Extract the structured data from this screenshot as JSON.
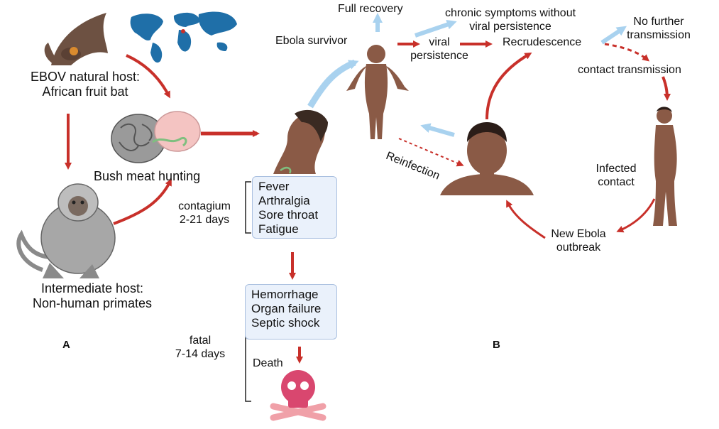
{
  "panel_a": {
    "label": "A",
    "natural_host": {
      "line1": "EBOV natural host:",
      "line2": "African fruit bat"
    },
    "bush_meat": "Bush meat hunting",
    "intermediate_host": {
      "line1": "Intermediate host:",
      "line2": "Non-human primates"
    },
    "contagium": {
      "line1": "contagium",
      "line2": "2-21 days"
    },
    "symptoms": [
      "Fever",
      "Arthralgia",
      "Sore throat",
      "Fatigue"
    ],
    "severe": [
      "Hemorrhage",
      "Organ failure",
      "Septic shock"
    ],
    "fatal": {
      "line1": "fatal",
      "line2": "7-14 days"
    },
    "death": "Death"
  },
  "panel_b": {
    "label": "B",
    "full_recovery": "Full recovery",
    "chronic": {
      "line1": "chronic symptoms without",
      "line2": "viral persistence"
    },
    "survivor": "Ebola survivor",
    "viral_persistence": {
      "line1": "viral",
      "line2": "persistence"
    },
    "recrudescence": "Recrudescence",
    "no_further": {
      "line1": "No further",
      "line2": "transmission"
    },
    "contact_transmission": "contact transmission",
    "reinfection": "Reinfection",
    "infected_contact": {
      "line1": "Infected",
      "line2": "contact"
    },
    "new_outbreak": {
      "line1": "New Ebola",
      "line2": "outbreak"
    }
  },
  "colors": {
    "red_arrow": "#c8302a",
    "blue_arrow": "#a9d2ef",
    "skin": "#8a5a46",
    "skin_dark": "#5e3a2c",
    "box_fill": "#eaf1fb",
    "skull": "#d9476f",
    "bones": "#f0a0a8"
  }
}
